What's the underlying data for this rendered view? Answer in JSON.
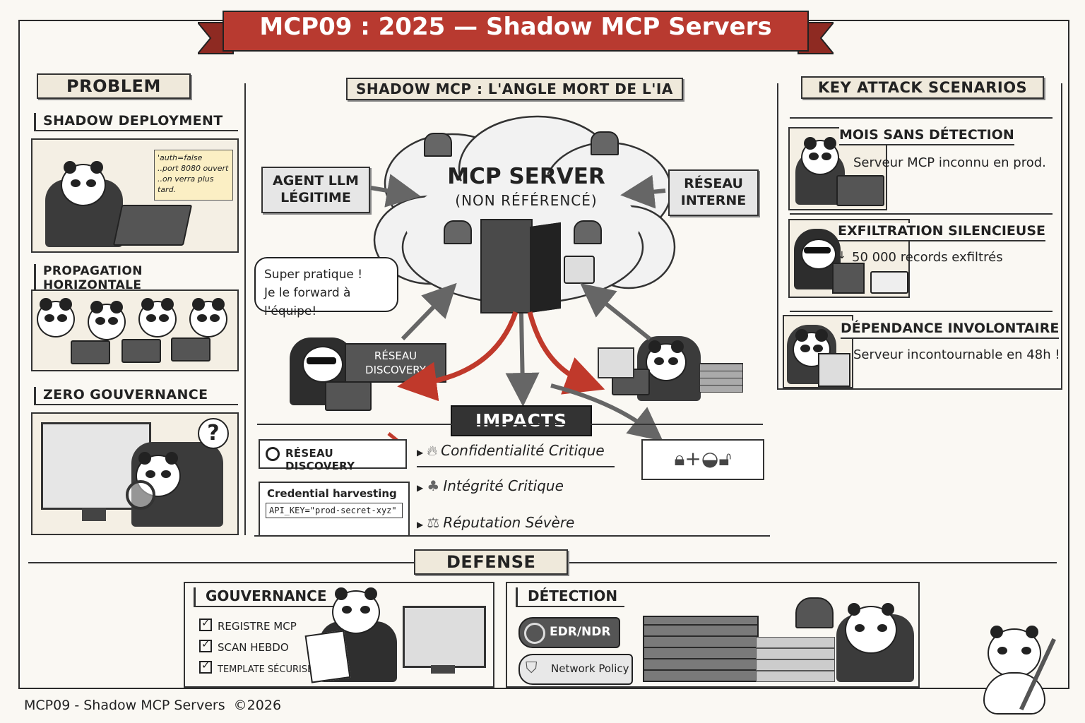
{
  "title": "MCP09 : 2025 — Shadow MCP Servers",
  "problem": {
    "header": "PROBLEM",
    "sections": [
      {
        "label": "Shadow deployment",
        "note": [
          "'auth=false",
          "..port 8080 ouvert",
          "..on verra plus tard."
        ]
      },
      {
        "label": "Propagation horizontale"
      },
      {
        "label": "Zero Gouvernance"
      }
    ]
  },
  "center": {
    "header": "SHADOW MCP : L'ANGLE MORT DE L'IA",
    "server_title": "MCP SERVER",
    "server_sub": "(NON RÉFÉRENCÉ)",
    "agent_label": "AGENT LLM LÉGITIME",
    "network_label": "RÉSEAU INTERNE",
    "speech": [
      "Super pratique !",
      "Je le forward à l'équipe!"
    ],
    "discovery_sign": "RÉSEAU DISCOVERY",
    "impacts_header": "IMPACTS",
    "attack_vectors": [
      {
        "label": "RÉSEAU DISCOVERY"
      },
      {
        "label": "Credential harvesting",
        "code": "API_KEY=\"prod-secret-xyz\""
      }
    ],
    "impacts": [
      "Confidentialité Critique",
      "Intégrité Critique",
      "Réputation Sévère"
    ]
  },
  "scenarios": {
    "header": "KEY ATTACK SCENARIOS",
    "items": [
      {
        "title": "MOIS SANS DÉTECTION",
        "text": "Serveur MCP inconnu en prod."
      },
      {
        "title": "EXFILTRATION SILENCIEUSE",
        "text": "50 000 records exfiltrés"
      },
      {
        "title": "DÉPENDANCE INVOLONTAIRE",
        "text": "Serveur incontournable en 48h !"
      }
    ]
  },
  "defense": {
    "header": "DEFENSE",
    "governance": {
      "title": "GOUVERNANCE",
      "items": [
        "REGISTRE MCP",
        "SCAN HEBDO",
        "TEMPLATE SÉCURISÉ"
      ]
    },
    "detection": {
      "title": "DÉTECTION",
      "edr": "EDR/NDR",
      "policy": "Network Policy"
    }
  },
  "footer": "MCP09 - Shadow MCP Servers  ©2026",
  "colors": {
    "banner": "#b83a30",
    "accent_red": "#c0392b",
    "ink": "#222222",
    "paper": "#faf8f3"
  }
}
